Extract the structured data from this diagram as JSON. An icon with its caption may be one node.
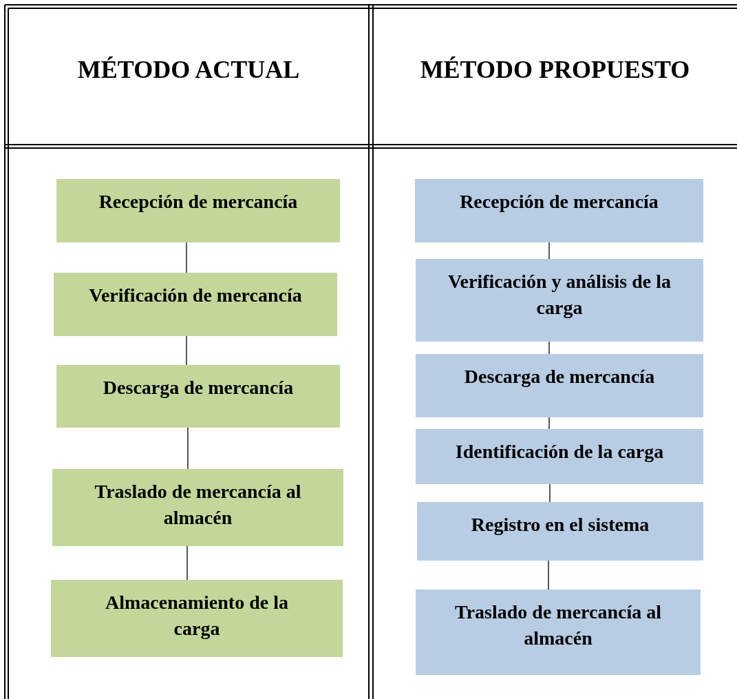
{
  "diagram": {
    "nodes": [
      {
        "text": [
          "Recepción de mercancía"
        ]
      },
      {
        "text": [
          "Verificación de mercancía"
        ]
      },
      {
        "text": [
          "Descarga de mercancía"
        ]
      },
      {
        "text": [
          "Traslado de mercancía al almacén"
        ]
      },
      {
        "text": [
          "Almacenamiento de la carga"
        ]
      },
      {
        "text": [
          "Recepción de mercancía"
        ]
      },
      {
        "text": [
          "Verificación y análisis de la carga"
        ]
      },
      {
        "text": [
          "Descarga de mercancía"
        ]
      },
      {
        "text": [
          "Identificación de la carga"
        ]
      },
      {
        "text": [
          "Registro en el sistema"
        ]
      },
      {
        "text": [
          "Traslado de mercancía al almacén"
        ]
      }
    ],
    "edges": [
      {
        "from": 0,
        "to": 1,
        "arrow": "none"
      },
      {
        "from": 1,
        "to": 2,
        "arrow": "none"
      },
      {
        "from": 2,
        "to": 3,
        "arrow": "none"
      },
      {
        "from": 3,
        "to": 4,
        "arrow": "none"
      },
      {
        "from": 5,
        "to": 6,
        "arrow": "none"
      },
      {
        "from": 6,
        "to": 7,
        "arrow": "none"
      },
      {
        "from": 7,
        "to": 8,
        "arrow": "none"
      },
      {
        "from": 8,
        "to": 9,
        "arrow": "none"
      },
      {
        "from": 9,
        "to": 10,
        "arrow": "none"
      }
    ],
    "labels": [
      "MÉTODO ACTUAL",
      "MÉTODO PROPUESTO"
    ]
  }
}
